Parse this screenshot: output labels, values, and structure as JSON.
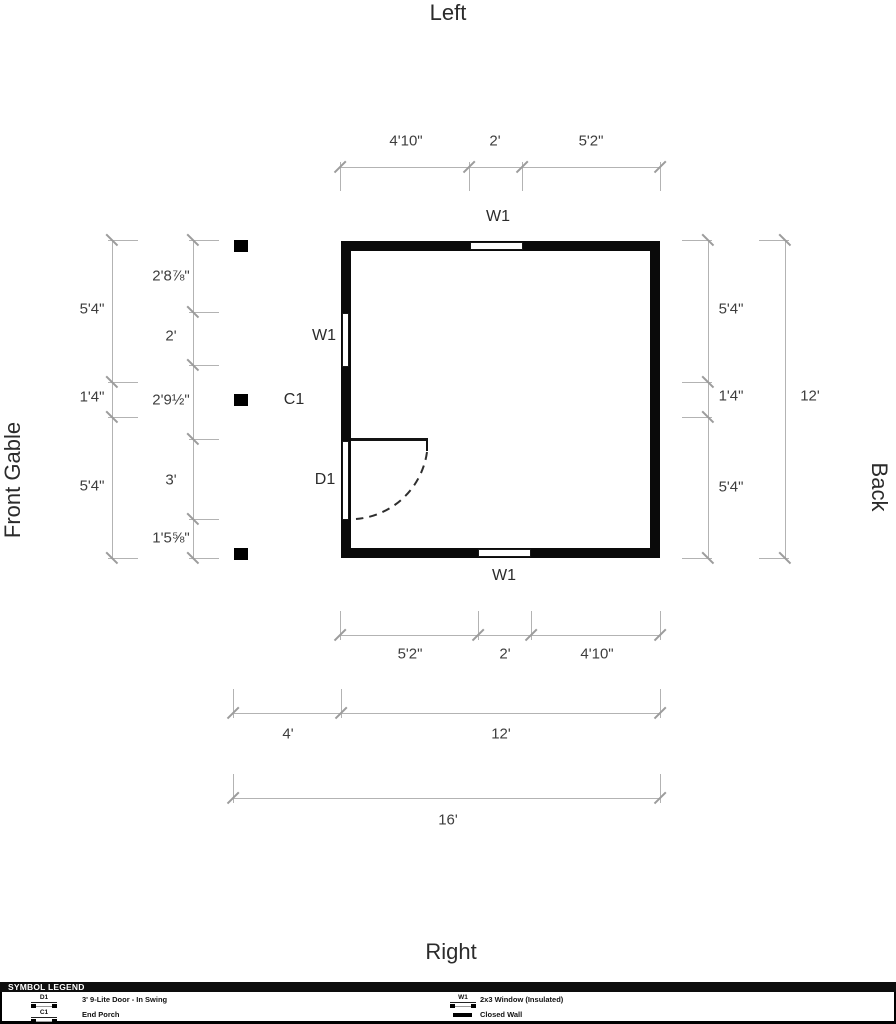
{
  "orientation": {
    "top": "Left",
    "bottom": "Right",
    "left": "Front Gable",
    "right": "Back"
  },
  "plan": {
    "component_labels": {
      "window_top": "W1",
      "window_left": "W1",
      "window_bottom": "W1",
      "door": "D1",
      "porch": "C1"
    },
    "dims": {
      "top": [
        "4'10\"",
        "2'",
        "5'2\""
      ],
      "bottom_inner": [
        "5'2\"",
        "2'",
        "4'10\""
      ],
      "bottom_mid": [
        "4'",
        "12'"
      ],
      "bottom_outer": [
        "16'"
      ],
      "left_outer": [
        "5'4\"",
        "1'4\"",
        "5'4\""
      ],
      "left_inner": [
        "2'8⅞\"",
        "2'",
        "2'9½\"",
        "3'",
        "1'5⅝\""
      ],
      "right_inner": [
        "5'4\"",
        "1'4\"",
        "5'4\""
      ],
      "right_outer": [
        "12'"
      ]
    }
  },
  "legend": {
    "title": "SYMBOL LEGEND",
    "entries": [
      {
        "code": "D1",
        "label": "3' 9-Lite Door - In Swing"
      },
      {
        "code": "C1",
        "label": "End Porch"
      },
      {
        "code": "W1",
        "label": "2x3 Window (Insulated)"
      },
      {
        "code": "",
        "label": "Closed Wall"
      }
    ]
  },
  "colors": {
    "wall": "#0a0a0a",
    "dim_line": "#b3b3b3",
    "dim_text": "#3d3d3d",
    "label_text": "#2b2b2b",
    "legend_bar": "#0d0d0d"
  }
}
